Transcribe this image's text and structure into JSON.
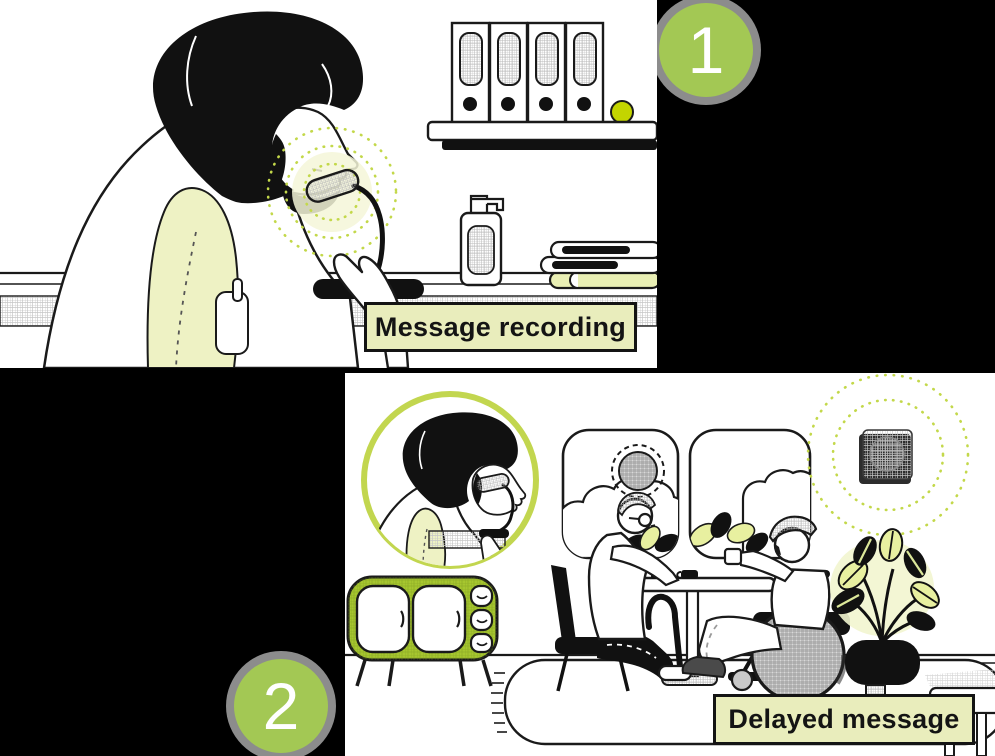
{
  "illustration": {
    "steps": [
      {
        "number": "1",
        "caption": "Message recording"
      },
      {
        "number": "2",
        "caption": "Delayed message"
      }
    ],
    "scene_1_objects": [
      "woman-speaking",
      "microphone",
      "sound-waves",
      "shelf-with-binders",
      "soap-dispenser",
      "book-stack",
      "desk"
    ],
    "scene_2_objects": [
      "flashback-inset",
      "windows",
      "wall-speaker",
      "sound-waves",
      "green-sideboard",
      "dining-table",
      "seated-man-with-cane",
      "man-in-wheelchair",
      "potted-plant",
      "rug"
    ],
    "colors": {
      "background": "#000000",
      "panel": "#ffffff",
      "badge_green": "#a3c854",
      "badge_number": "#ffffff",
      "accent_green": "#c3d84a",
      "cabinet_green": "#a6c62f",
      "caption_background": "#e9edbc",
      "pale_yellow": "#eef2c4",
      "outline": "#1a1a1a"
    }
  }
}
